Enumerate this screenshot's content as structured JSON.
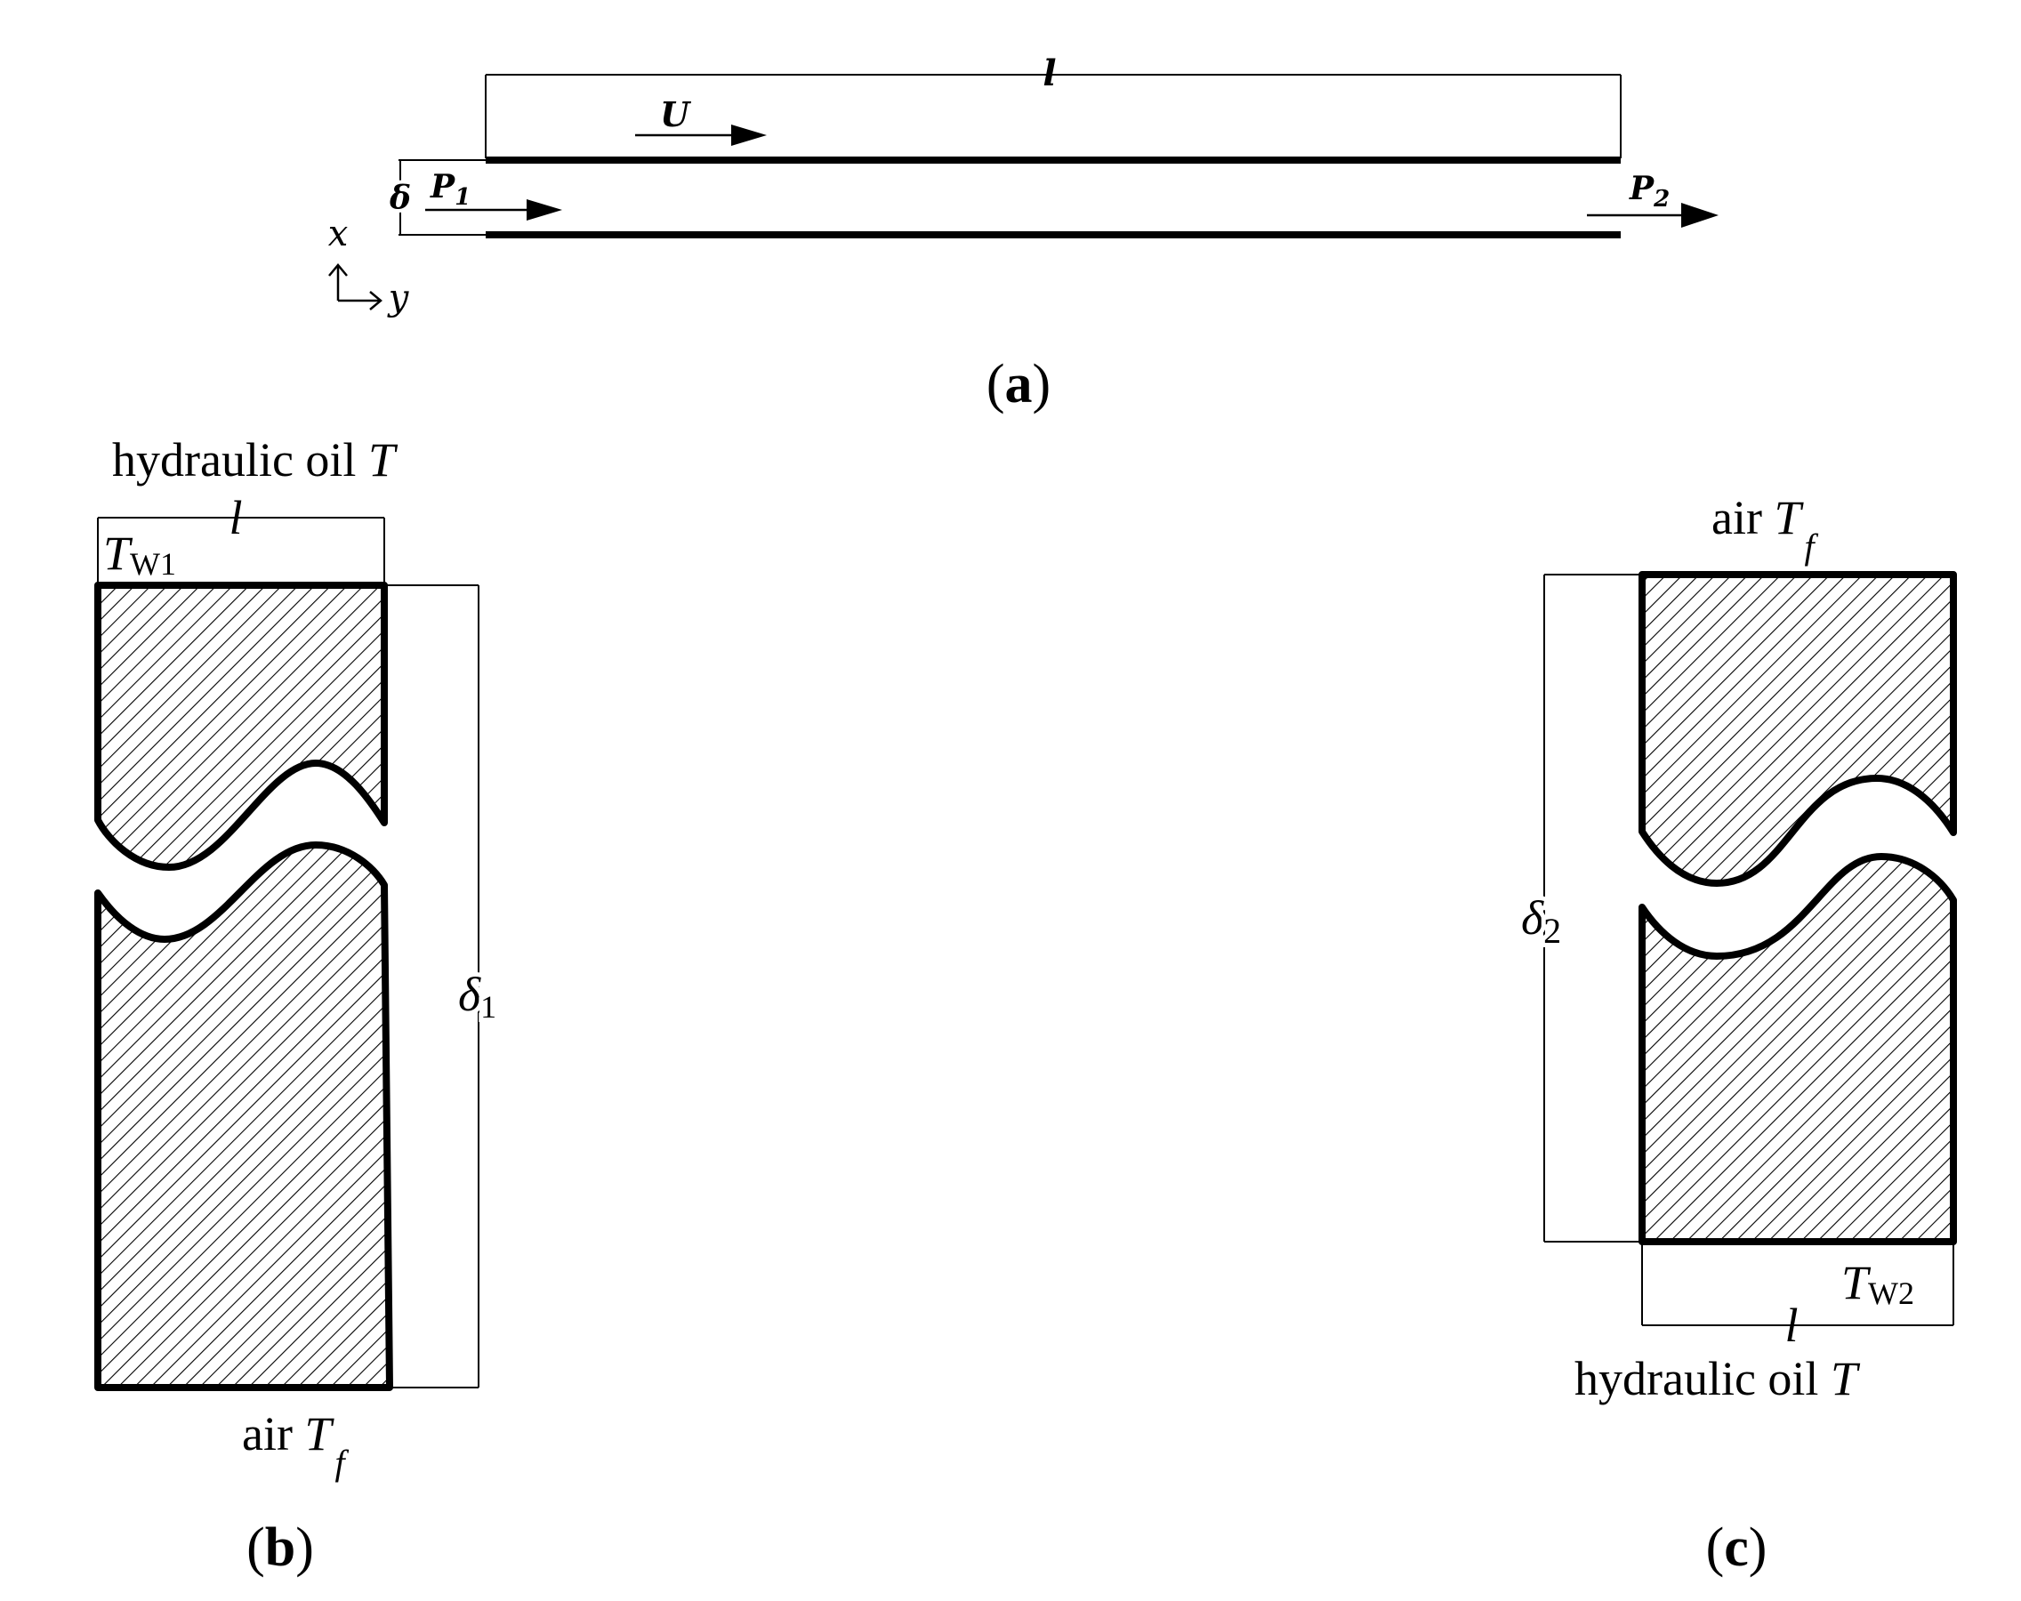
{
  "panel_a": {
    "caption_open": "(",
    "caption_letter": "a",
    "caption_close": ")",
    "length_label": "l",
    "velocity_label": "U",
    "gap_label": "δ",
    "inlet_pressure": "P",
    "inlet_pressure_sub": "1",
    "outlet_pressure": "P",
    "outlet_pressure_sub": "2",
    "axis_x": "x",
    "axis_y": "y"
  },
  "panel_b": {
    "caption_open": "(",
    "caption_letter": "b",
    "caption_close": ")",
    "top_medium": "hydraulic oil ",
    "top_temp": "T",
    "wall_temp": "T",
    "wall_temp_sub": "W1",
    "length_label": "l",
    "thickness_label": "δ",
    "thickness_sub": "1",
    "bottom_medium": "air ",
    "bottom_temp": "T",
    "bottom_temp_sub": "f"
  },
  "panel_c": {
    "caption_open": "(",
    "caption_letter": "c",
    "caption_close": ")",
    "top_medium": "air ",
    "top_temp": "T",
    "top_temp_sub": "f",
    "thickness_label": "δ",
    "thickness_sub": "2",
    "wall_temp": "T",
    "wall_temp_sub": "W2",
    "length_label": "l",
    "bottom_medium": "hydraulic oil ",
    "bottom_temp": "T"
  },
  "colors": {
    "ink": "#000000",
    "background": "#ffffff"
  }
}
